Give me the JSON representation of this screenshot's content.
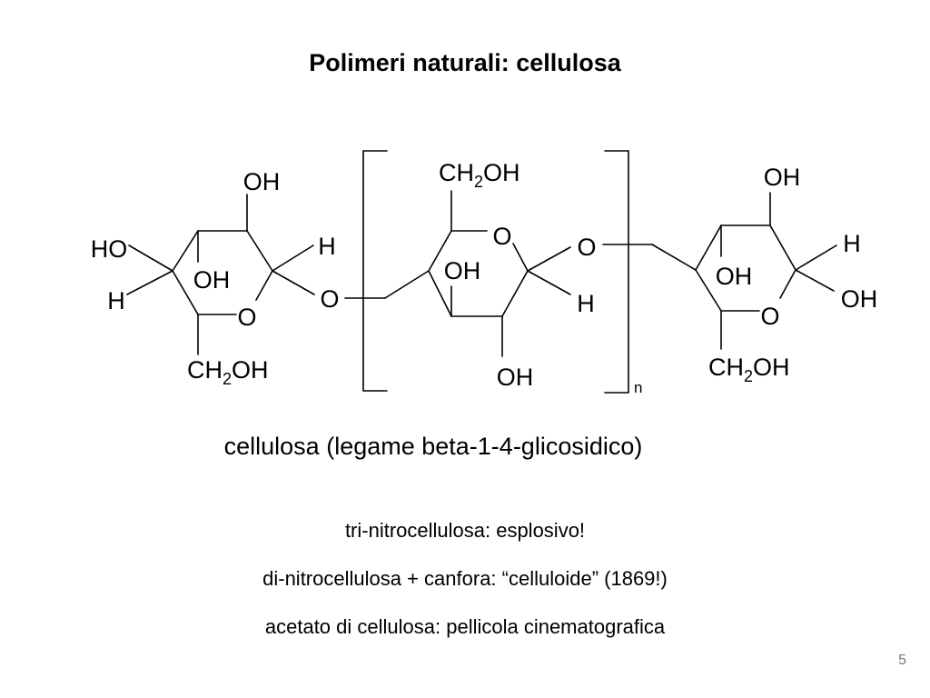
{
  "slide": {
    "title": "Polimeri naturali: cellulosa",
    "structure": {
      "left_unit": {
        "oh_top": "OH",
        "ho_left": "HO",
        "h_left": "H",
        "oh_inner": "OH",
        "h_right": "H",
        "ring_o": "O",
        "ch2oh_ch": "CH",
        "ch2oh_sub": "2",
        "ch2oh_oh": "OH"
      },
      "bridge_o_left": "O",
      "repeat_unit": {
        "ch2oh_ch": "CH",
        "ch2oh_sub": "2",
        "ch2oh_oh": "OH",
        "ring_o": "O",
        "oh_inner": "OH",
        "h_right": "H",
        "oh_bottom": "OH"
      },
      "bridge_o_right": "O",
      "repeat_subscript": "n",
      "right_unit": {
        "oh_top": "OH",
        "h_right": "H",
        "oh_right": "OH",
        "oh_inner": "OH",
        "ring_o": "O",
        "ch2oh_ch": "CH",
        "ch2oh_sub": "2",
        "ch2oh_oh": "OH"
      }
    },
    "caption": "cellulosa (legame beta-1-4-glicosidico)",
    "notes": [
      "tri-nitrocellulosa: esplosivo!",
      "di-nitrocellulosa + canfora: “celluloide” (1869!)",
      "acetato di cellulosa: pellicola cinematografica"
    ],
    "page_number": "5"
  }
}
